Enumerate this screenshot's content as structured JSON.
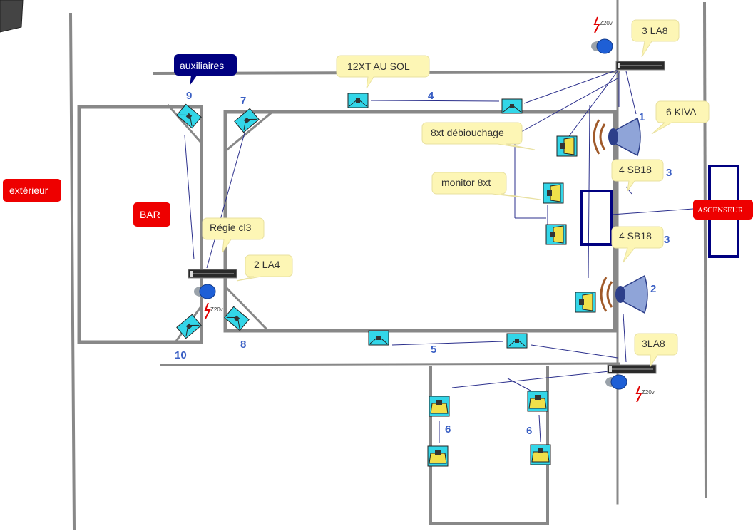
{
  "labels": {
    "exterieur": "extérieur",
    "bar": "BAR",
    "auxiliaires": "auxiliaires",
    "ascenseur": "ASCENSEUR"
  },
  "callouts": {
    "xt12": "12XT AU SOL",
    "la8_top": "3 LA8",
    "kiva": "6 KIVA",
    "debouchage": "8xt débiouchage",
    "monitor": "monitor 8xt",
    "sb18_a": "4 SB18",
    "sb18_b": "4 SB18",
    "regie": "Régie cl3",
    "la4": "2 LA4",
    "la8_bottom": "3LA8"
  },
  "numbers": {
    "n1": "1",
    "n2": "2",
    "n3a": "3",
    "n3b": "3",
    "n4": "4",
    "n5": "5",
    "n6a": "6",
    "n6b": "6",
    "n7": "7",
    "n8": "8",
    "n9": "9",
    "n10": "10"
  },
  "power": {
    "top": "Z20v",
    "left": "Z20v",
    "bottom": "Z20v"
  },
  "colors": {
    "speaker": "#33d6e8",
    "amp": "#2a2a2a",
    "cable": "#2b2f8c",
    "wall": "#888888",
    "callout": "#fdf6b5",
    "red_label": "#ee0000",
    "elevator": "#000080",
    "number": "#3a5fc4"
  }
}
